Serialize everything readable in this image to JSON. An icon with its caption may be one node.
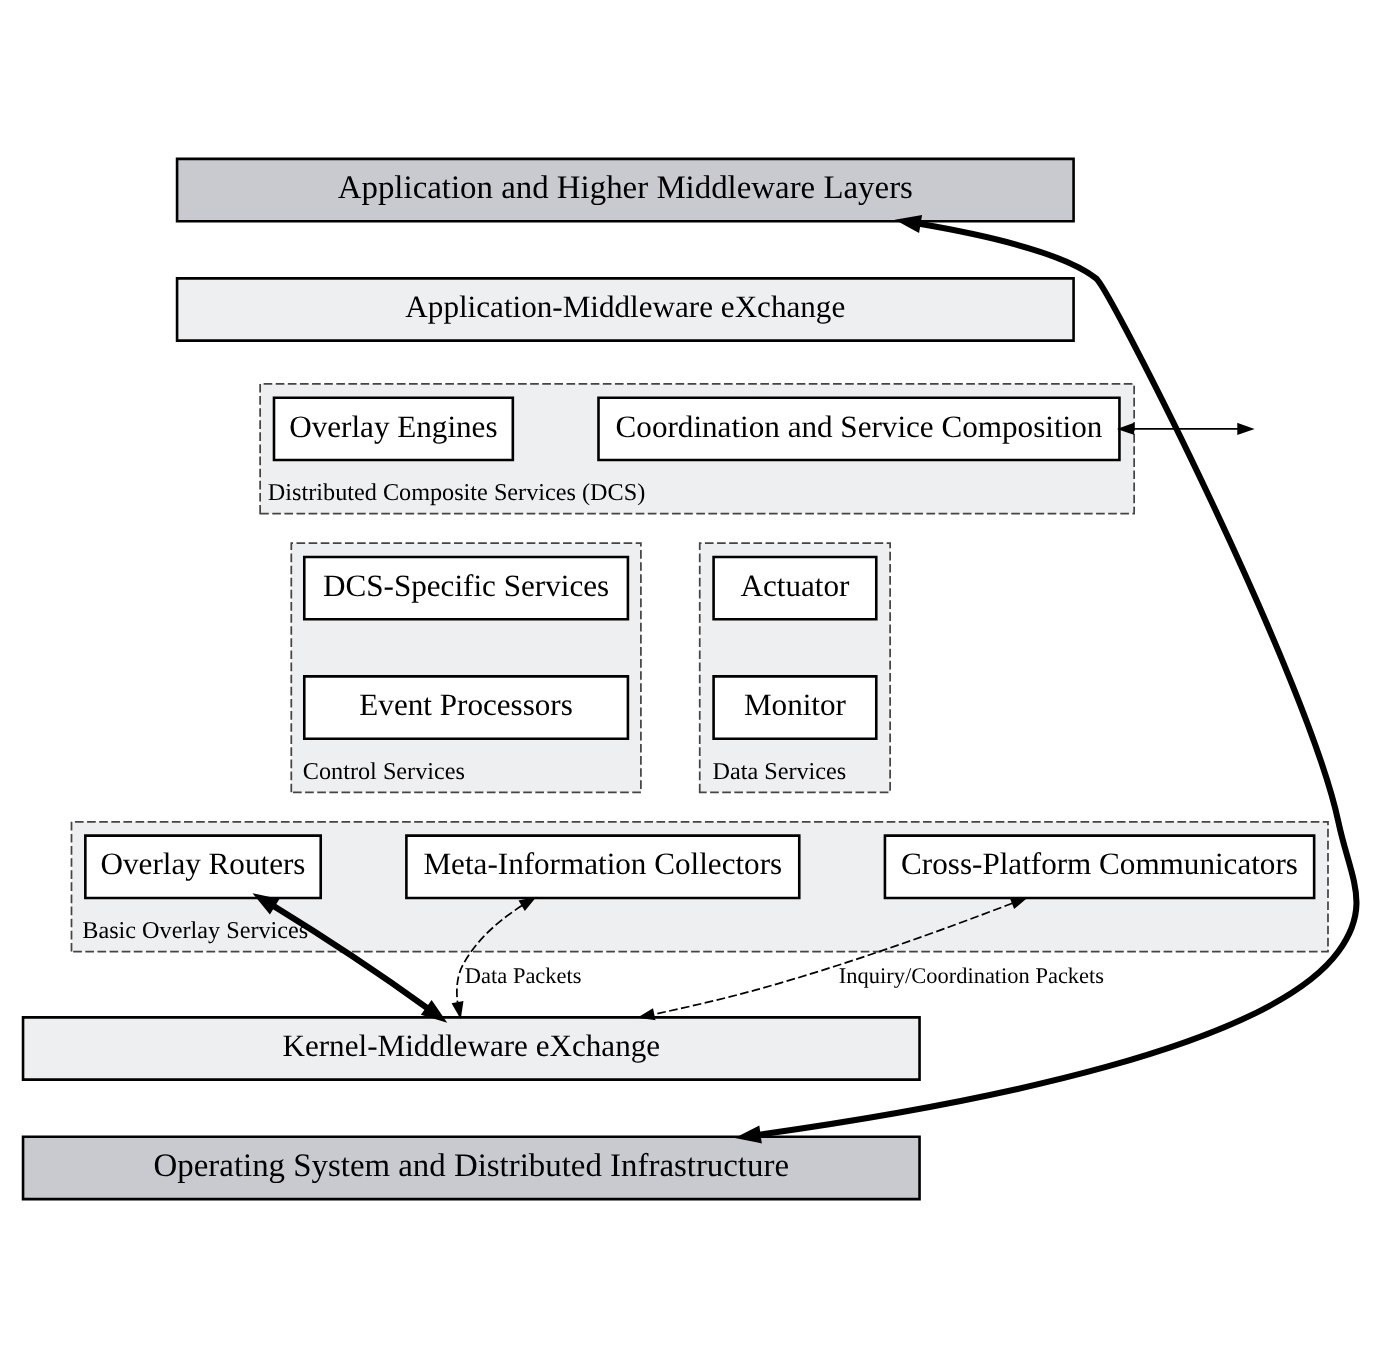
{
  "diagram": {
    "nodes": [
      {
        "text": [
          "Application and Higher Middleware Layers"
        ]
      },
      {
        "text": [
          "Application-Middleware eXchange"
        ]
      },
      {
        "text": [
          "Distributed Composite Services (DCS)"
        ]
      },
      {
        "text": [
          "Overlay Engines"
        ],
        "in": 2
      },
      {
        "text": [
          "Coordination and Service Composition"
        ],
        "in": 2
      },
      {
        "text": [
          "Control Services"
        ]
      },
      {
        "text": [
          "DCS-Specific Services"
        ],
        "in": 5
      },
      {
        "text": [
          "Event Processors"
        ],
        "in": 5
      },
      {
        "text": [
          "Data Services"
        ]
      },
      {
        "text": [
          "Actuator"
        ],
        "in": 8
      },
      {
        "text": [
          "Monitor"
        ],
        "in": 8
      },
      {
        "text": [
          "Basic Overlay Services"
        ]
      },
      {
        "text": [
          "Cross-Platform Communicators"
        ],
        "in": 11
      },
      {
        "text": [
          "Meta-Information Collectors"
        ],
        "in": 11
      },
      {
        "text": [
          "Overlay Routers"
        ],
        "in": 11
      },
      {
        "text": [
          "Kernel-Middleware eXchange"
        ]
      },
      {
        "text": [
          "Operating System and Distributed Infrastructure"
        ]
      }
    ],
    "edges": [
      {
        "from": 0,
        "to": 16,
        "arrow": "both",
        "style": "thick"
      },
      {
        "from": 4,
        "to": null,
        "arrow": "both"
      },
      {
        "from": 12,
        "to": 15,
        "arrow": "both",
        "style": "dashed",
        "label": "Inquiry/Coordination Packets"
      },
      {
        "from": 13,
        "to": 15,
        "arrow": "both",
        "style": "dashed",
        "label": "Data Packets"
      },
      {
        "from": 14,
        "to": 15,
        "arrow": "both",
        "style": "thick"
      }
    ]
  }
}
